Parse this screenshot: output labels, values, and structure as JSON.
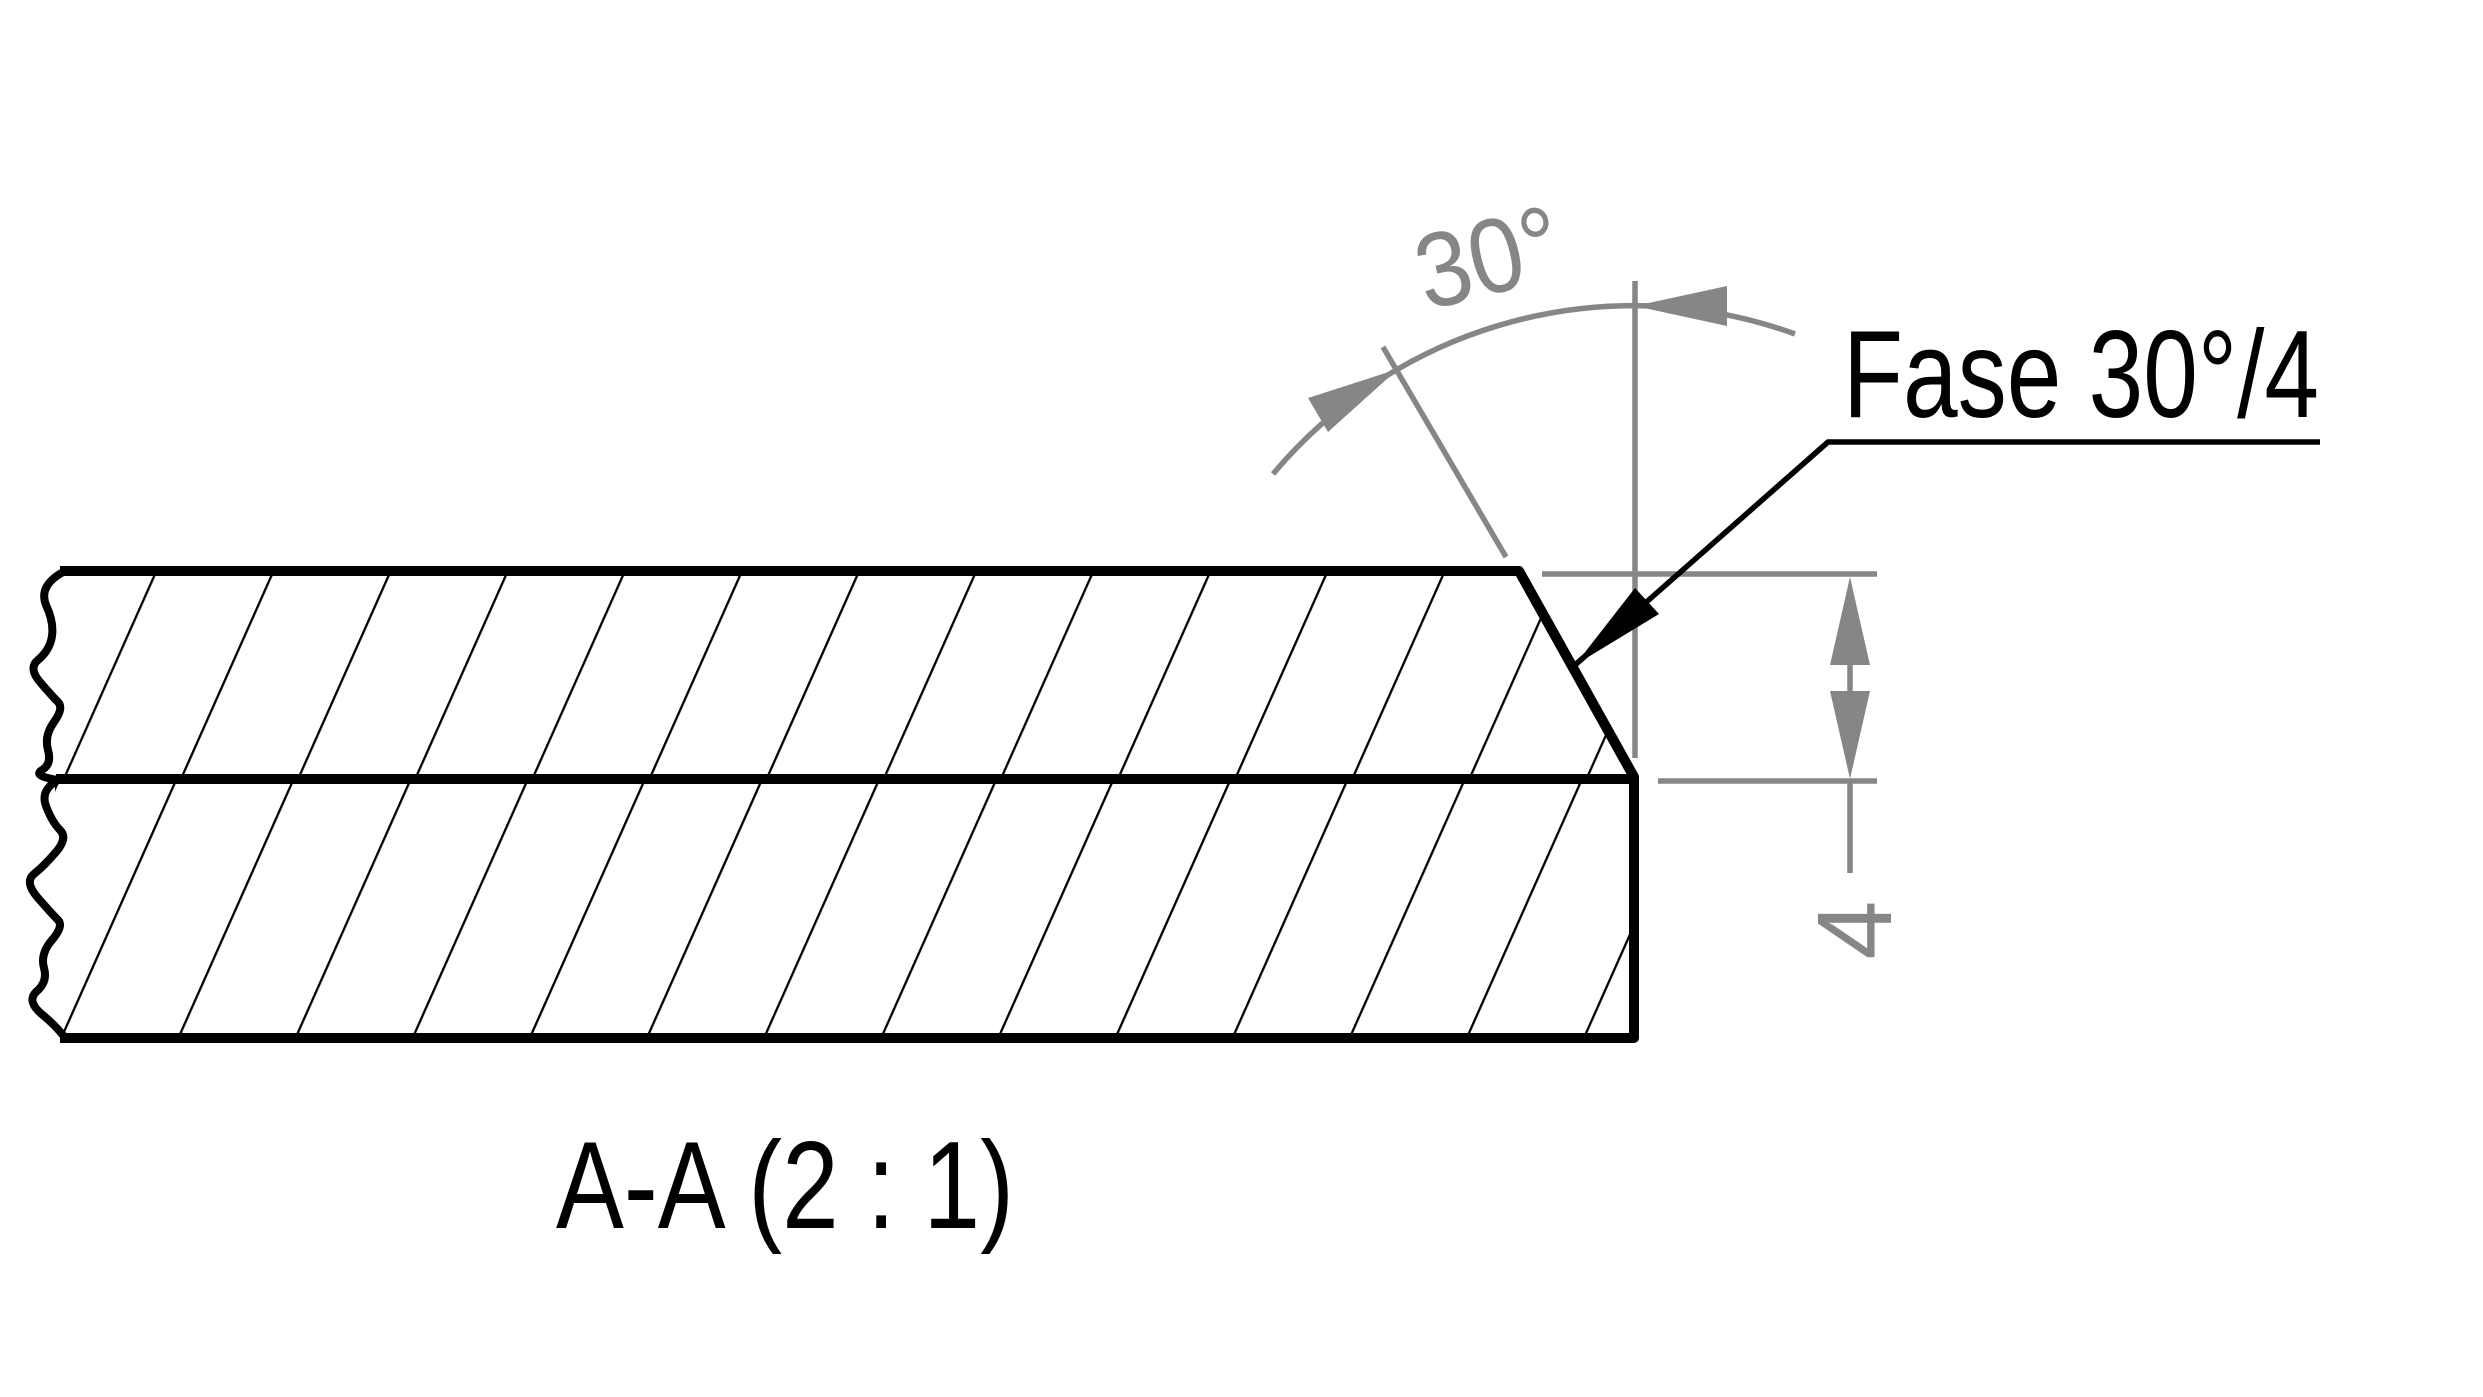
{
  "drawing": {
    "view_title": "A-A (2 : 1)",
    "chamfer_note": "Fase 30°/4",
    "angle_label": "30°",
    "depth_label": "4"
  },
  "colors": {
    "geometry": "#000000",
    "dimension": "#868686",
    "background": "#ffffff"
  }
}
